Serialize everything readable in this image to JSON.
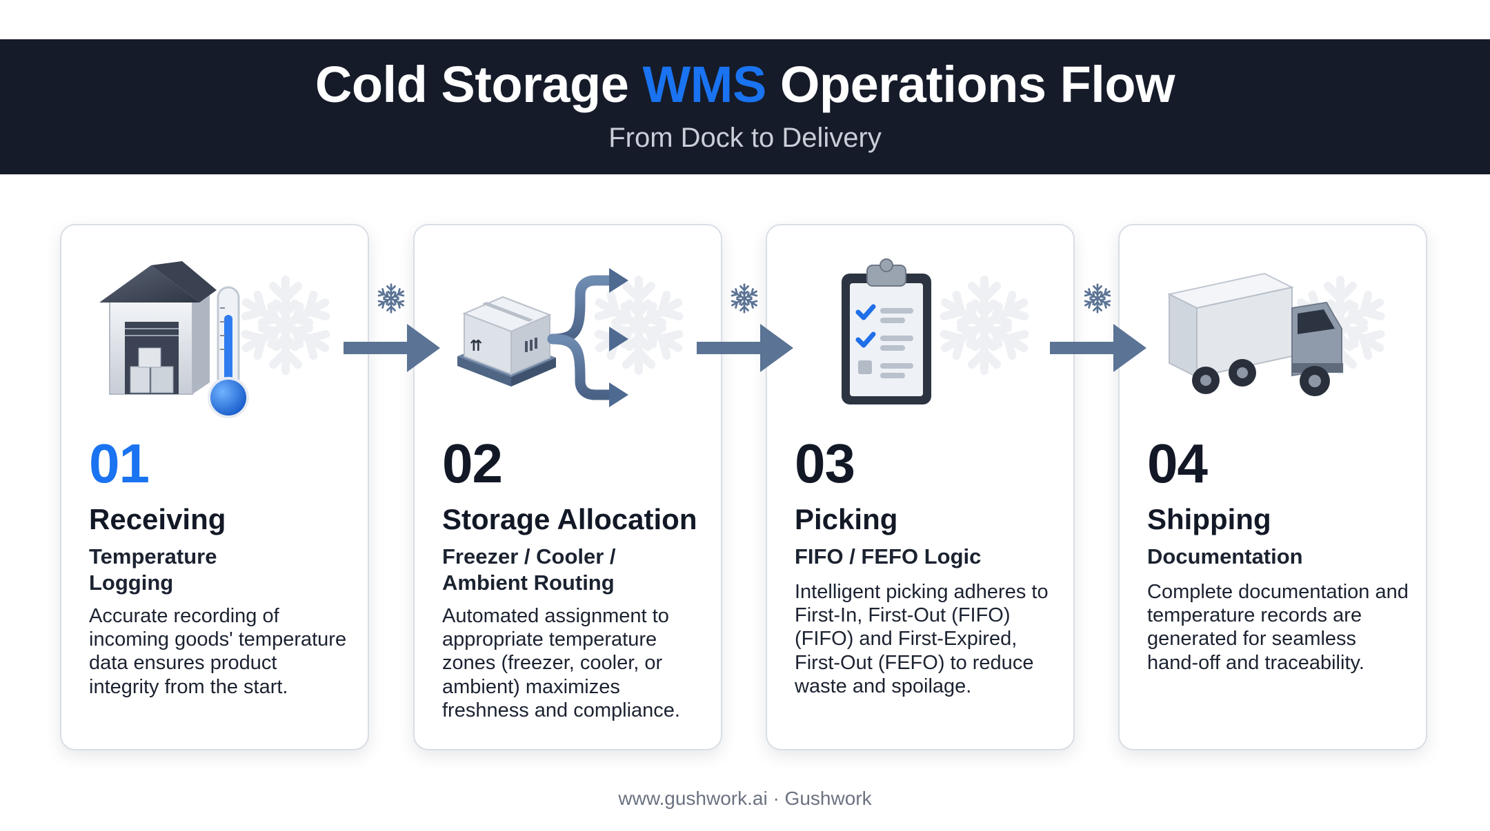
{
  "header": {
    "title_part1": "Cold Storage ",
    "title_accent": "WMS",
    "title_part2": " Operations Flow",
    "subtitle": "From Dock to Delivery"
  },
  "colors": {
    "banner": "#151b29",
    "accent": "#1a73f0",
    "arrow": "#5b7394",
    "text": "#121826"
  },
  "steps": [
    {
      "number": "01",
      "title": "Receiving",
      "subtitle": "Temperature Logging",
      "description": "Accurate recording of incoming goods' temperature data ensures product integrity from the start.",
      "icon": "warehouse-thermometer-icon"
    },
    {
      "number": "02",
      "title": "Storage Allocation",
      "subtitle": "Freezer / Cooler / Ambient Routing",
      "description": "Automated assignment to appropriate temperature zones (freezer, cooler, or ambient) maximizes freshness and compliance.",
      "icon": "pallet-routing-icon"
    },
    {
      "number": "03",
      "title": "Picking",
      "subtitle": "FIFO / FEFO Logic",
      "description": "Intelligent picking adheres to First-In, First-Out (FIFO) (FIFO) and First-Expired, First-Out (FEFO) to reduce waste and spoilage.",
      "icon": "clipboard-checklist-icon"
    },
    {
      "number": "04",
      "title": "Shipping",
      "subtitle": "Documentation",
      "description": "Complete documentation and temperature records are generated for seamless hand-off and traceability.",
      "icon": "delivery-truck-icon"
    }
  ],
  "footer": {
    "text": "www.gushwork.ai · Gushwork"
  }
}
